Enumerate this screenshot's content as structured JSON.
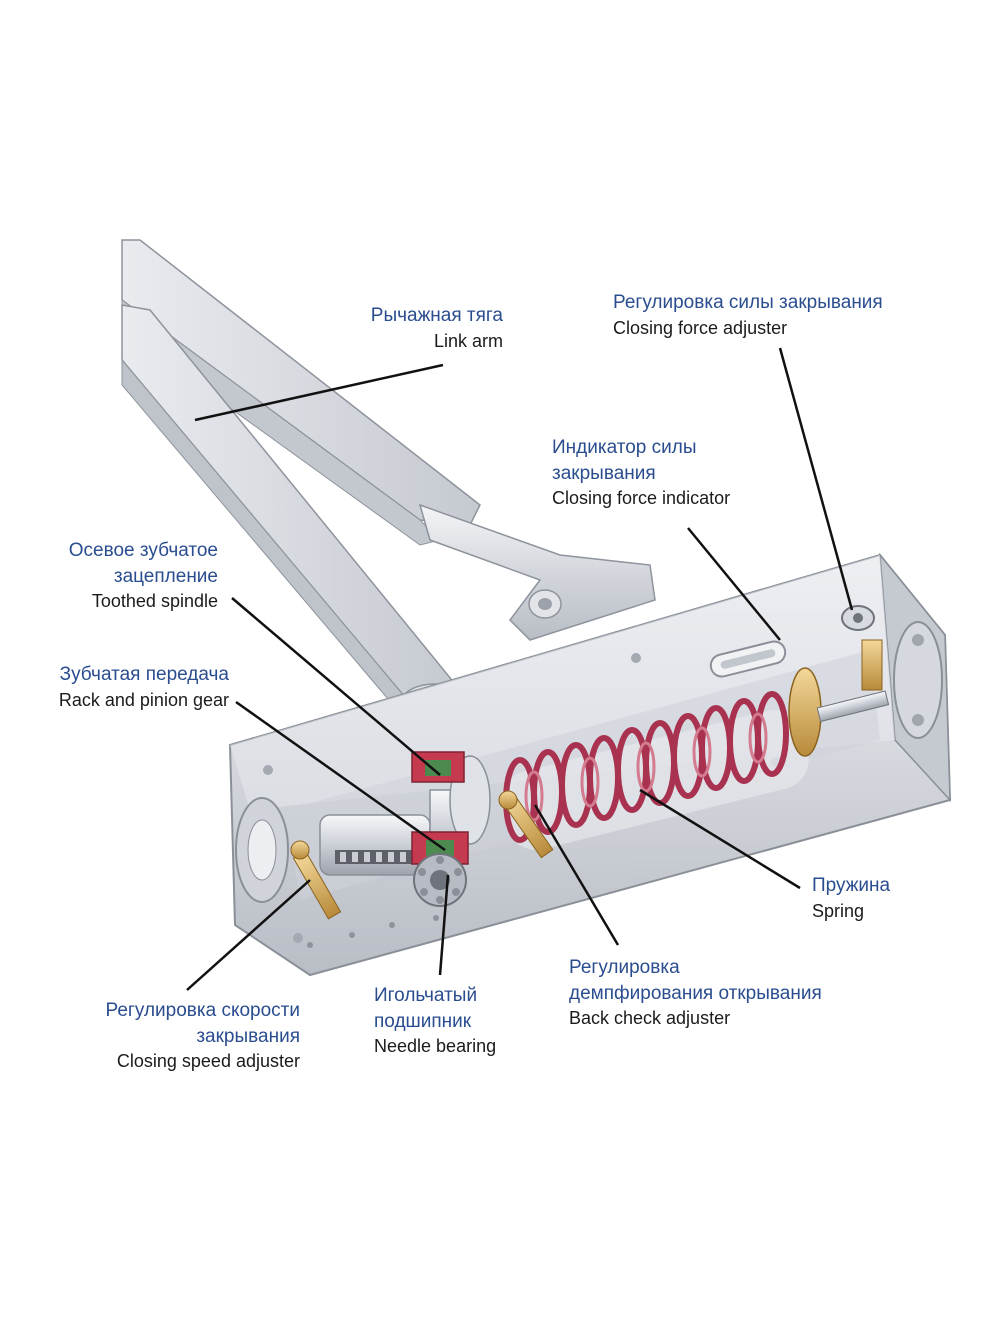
{
  "labels": {
    "link_arm": {
      "ru": "Рычажная тяга",
      "en": "Link arm"
    },
    "closing_force_adjuster": {
      "ru": "Регулировка силы закрывания",
      "en": "Closing force adjuster"
    },
    "closing_force_indicator": {
      "ru1": "Индикатор силы",
      "ru2": "закрывания",
      "en": "Closing force indicator"
    },
    "toothed_spindle": {
      "ru1": "Осевое зубчатое",
      "ru2": "зацепление",
      "en": "Toothed spindle"
    },
    "rack_pinion": {
      "ru": "Зубчатая передача",
      "en": "Rack and pinion gear"
    },
    "spring": {
      "ru": "Пружина",
      "en": "Spring"
    },
    "back_check": {
      "ru1": "Регулировка",
      "ru2": "демпфирования открывания",
      "en": "Back check adjuster"
    },
    "needle_bearing": {
      "ru1": "Игольчатый",
      "ru2": "подшипник",
      "en": "Needle bearing"
    },
    "closing_speed": {
      "ru1": "Регулировка скорости",
      "ru2": "закрывания",
      "en": "Closing speed adjuster"
    }
  },
  "colors": {
    "label_ru": "#2a4d8f",
    "label_en": "#1b1b1b",
    "housing": "#d9dbe0",
    "spring": "#a8324f"
  }
}
